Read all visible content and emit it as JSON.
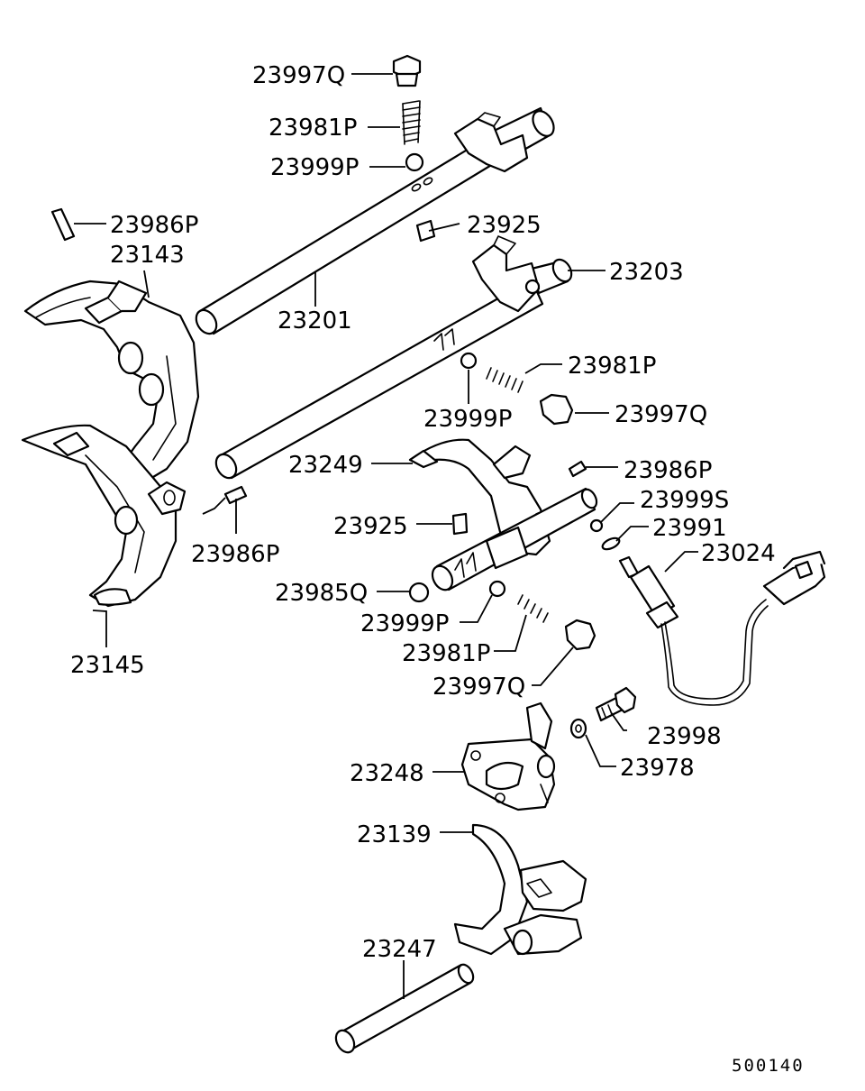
{
  "diagram": {
    "reference_code": "500140",
    "labels": {
      "l_23997q_top": "23997Q",
      "l_23981p_top": "23981P",
      "l_23999p_top": "23999P",
      "l_23986p_top": "23986P",
      "l_23143": "23143",
      "l_23925_top": "23925",
      "l_23203": "23203",
      "l_23201": "23201",
      "l_23981p_mid": "23981P",
      "l_23999p_mid": "23999P",
      "l_23997q_mid": "23997Q",
      "l_23249": "23249",
      "l_23986p_right": "23986P",
      "l_23999s": "23999S",
      "l_23925_mid": "23925",
      "l_23991": "23991",
      "l_23024": "23024",
      "l_23986p_left": "23986P",
      "l_23985q": "23985Q",
      "l_23999p_low": "23999P",
      "l_23981p_low": "23981P",
      "l_23145": "23145",
      "l_23997q_low": "23997Q",
      "l_23998": "23998",
      "l_23978": "23978",
      "l_23248": "23248",
      "l_23139": "23139",
      "l_23247": "23247"
    }
  }
}
